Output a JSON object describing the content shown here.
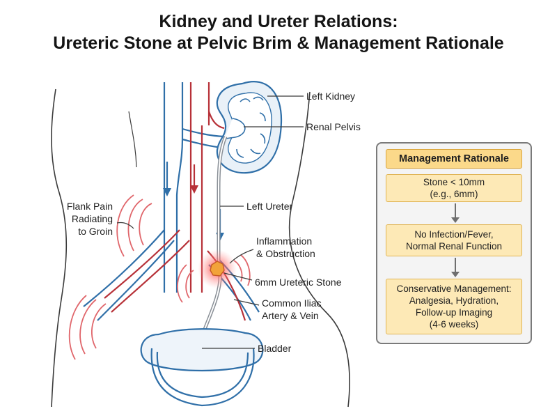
{
  "title": {
    "line1": "Kidney and Ureter Relations:",
    "line2": "Ureteric Stone at Pelvic Brim & Management Rationale"
  },
  "labels": {
    "left_kidney": "Left Kidney",
    "renal_pelvis": "Renal Pelvis",
    "left_ureter": "Left Ureter",
    "inflammation_1": "Inflammation",
    "inflammation_2": "& Obstruction",
    "stone": "6mm Ureteric Stone",
    "iliac_1": "Common Iliac",
    "iliac_2": "Artery & Vein",
    "bladder": "Bladder",
    "flank_1": "Flank Pain",
    "flank_2": "Radiating",
    "flank_3": "to Groin"
  },
  "panel": {
    "header": "Management Rationale",
    "box1": [
      "Stone < 10mm",
      "(e.g., 6mm)"
    ],
    "box2": [
      "No Infection/Fever,",
      "Normal Renal Function"
    ],
    "box3": [
      "Conservative Management:",
      "Analgesia, Hydration,",
      "Follow-up Imaging",
      "(4-6 weeks)"
    ]
  },
  "colors": {
    "vein": "#2f6fa8",
    "artery": "#b73138",
    "ureter": "#8a9097",
    "kidney_fill": "#e9f1f8",
    "pain": "#e0666b",
    "panel_box": "#fde9b6"
  }
}
